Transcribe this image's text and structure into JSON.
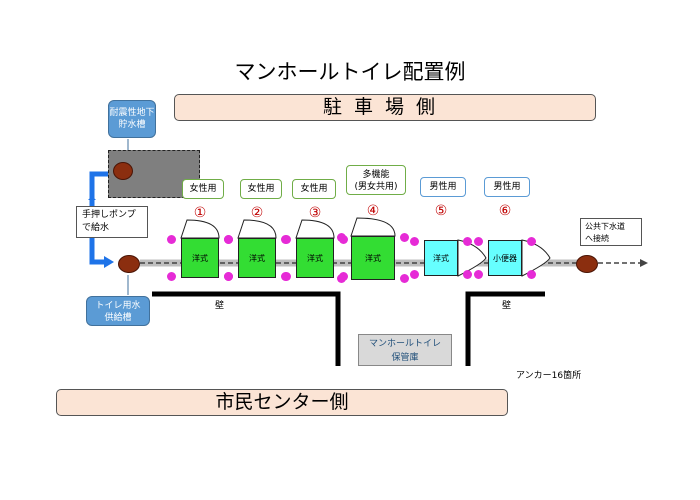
{
  "title": "マンホールトイレ配置例",
  "parking_side": "駐車場側",
  "center_side": "市民センター側",
  "tank_label": "耐震性地下\n貯水槽",
  "pump_label": "手押しポンプ\nで給水",
  "supply_tank_label": "トイレ用水\n供給槽",
  "sewer_label": "公共下水道\nへ接続",
  "wall_label": "壁",
  "storage_label": "マンホールトイレ\n保管庫",
  "anchor_note": "アンカー16箇所",
  "toilets": [
    {
      "number": "①",
      "label": "女性用",
      "type": "洋式",
      "color": "#33dd33"
    },
    {
      "number": "②",
      "label": "女性用",
      "type": "洋式",
      "color": "#33dd33"
    },
    {
      "number": "③",
      "label": "女性用",
      "type": "洋式",
      "color": "#33dd33"
    },
    {
      "number": "④",
      "label": "多機能\n(男女共用)",
      "type": "洋式",
      "color": "#33dd33"
    },
    {
      "number": "⑤",
      "label": "男性用",
      "type": "洋式",
      "color": "#66ffff"
    },
    {
      "number": "⑥",
      "label": "男性用",
      "type": "小便器",
      "color": "#66ffff"
    }
  ],
  "colors": {
    "band": "#fbe4d5",
    "blue_box": "#5b9bd5",
    "tank": "#7f7f7f",
    "manhole": "#8b2e0f",
    "anchor": "#e62bd6",
    "number": "#c00000"
  }
}
